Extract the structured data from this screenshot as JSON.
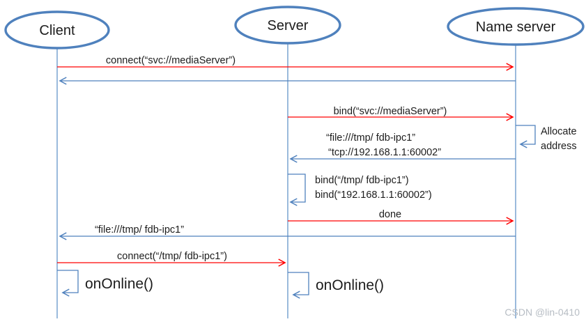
{
  "colors": {
    "blue_accent": "#4f81bd",
    "lifeline_blue": "#6f9ccd",
    "red_arrow": "#ff0000",
    "text": "#1c1c1c",
    "watermark": "#b7bdc4"
  },
  "actors": {
    "client": {
      "label": "Client"
    },
    "server": {
      "label": "Server"
    },
    "name_server": {
      "label": "Name server"
    }
  },
  "messages": {
    "connect_svc": {
      "label": "connect(“svc://mediaServer”)"
    },
    "bind_svc": {
      "label": "bind(“svc://mediaServer”)"
    },
    "allocate": {
      "line1": "Allocate",
      "line2": "address"
    },
    "addr_reply": {
      "line1": "“file:///tmp/ fdb-ipc1”",
      "line2": "“tcp://192.168.1.1:60002”"
    },
    "bind_local": {
      "line1": "bind(“/tmp/ fdb-ipc1”)",
      "line2": "bind(“192.168.1.1:60002”)"
    },
    "done": {
      "label": "done"
    },
    "file_reply": {
      "label": "“file:///tmp/ fdb-ipc1”"
    },
    "connect_tmp": {
      "label": "connect(“/tmp/ fdb-ipc1”)"
    },
    "on_online_client": {
      "label": "onOnline()"
    },
    "on_online_server": {
      "label": "onOnline()"
    }
  },
  "watermark": {
    "text": "CSDN @lin-0410"
  }
}
